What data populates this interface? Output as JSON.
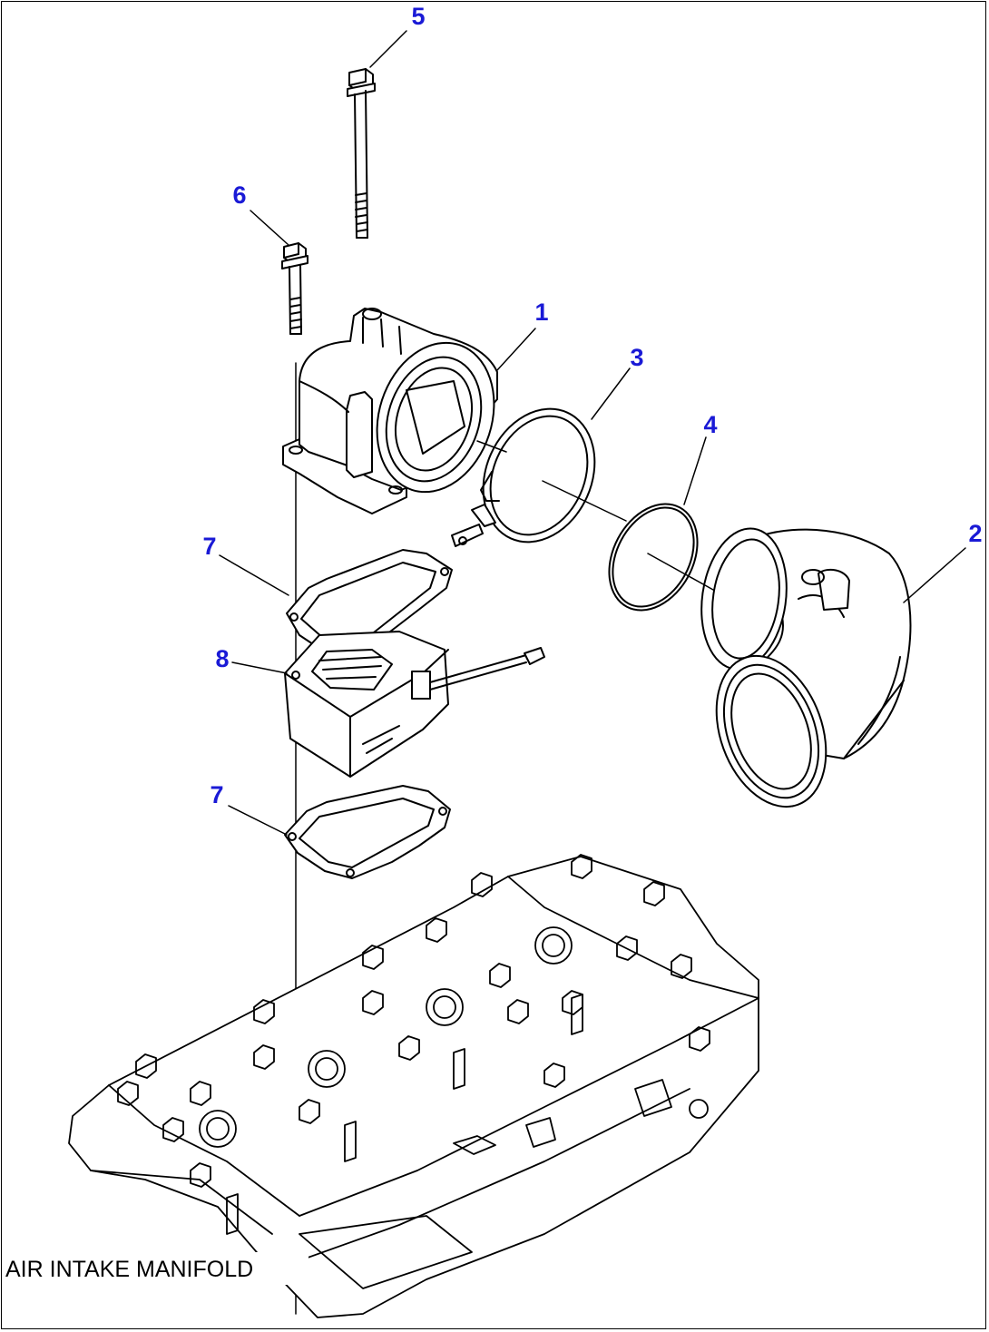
{
  "caption": "AIR INTAKE MANIFOLD",
  "callouts": [
    {
      "id": "callout-5",
      "label": "5"
    },
    {
      "id": "callout-6",
      "label": "6"
    },
    {
      "id": "callout-1",
      "label": "1"
    },
    {
      "id": "callout-3",
      "label": "3"
    },
    {
      "id": "callout-4",
      "label": "4"
    },
    {
      "id": "callout-2",
      "label": "2"
    },
    {
      "id": "callout-7a",
      "label": "7"
    },
    {
      "id": "callout-8",
      "label": "8"
    },
    {
      "id": "callout-7b",
      "label": "7"
    }
  ],
  "colors": {
    "callout": "#1a1ad6",
    "line": "#000000",
    "background": "#ffffff"
  }
}
